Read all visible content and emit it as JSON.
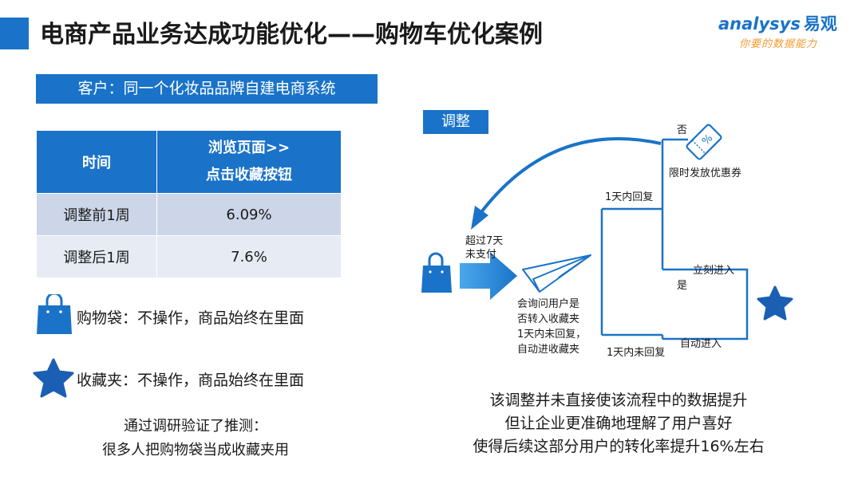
{
  "header": {
    "title": "电商产品业务达成功能优化——购物车优化案例",
    "logo_name": "analysys",
    "logo_cn": "易观",
    "logo_slogan": "你要的数据能力"
  },
  "client_label": "客户：同一个化妆品品牌自建电商系统",
  "table": {
    "header_time": "时间",
    "header_metric_line1": "浏览页面>>",
    "header_metric_line2": "点击收藏按钮",
    "rows": [
      {
        "period": "调整前1周",
        "value": "6.09%"
      },
      {
        "period": "调整后1周",
        "value": "7.6%"
      }
    ]
  },
  "legend": {
    "bag": "购物袋：不操作，商品始终在里面",
    "star": "收藏夹：不操作，商品始终在里面"
  },
  "conclusion_left": {
    "line1": "通过调研验证了推测：",
    "line2": "很多人把购物袋当成收藏夹用"
  },
  "diagram": {
    "tag": "调整",
    "no": "否",
    "coupon": "限时发放优惠券",
    "reply_1day": "1天内回复",
    "over7_line1": "超过7天",
    "over7_line2": "未支付",
    "ask_line1": "会询问用户是",
    "ask_line2": "否转入收藏夹",
    "ask_line3": "1天内未回复，",
    "ask_line4": "自动进收藏夹",
    "enter_now": "立刻进入",
    "yes": "是",
    "auto_enter": "自动进入",
    "no_reply_1day": "1天内未回复"
  },
  "conclusion_right": {
    "line1": "该调整并未直接使该流程中的数据提升",
    "line2": "但让企业更准确地理解了用户喜好",
    "line3": "使得后续这部分用户的转化率提升16%左右"
  },
  "colors": {
    "accent": "#1a73c8",
    "slogan": "#f29a2e",
    "row1": "#cdd6e8",
    "row2": "#e6ebf4"
  }
}
